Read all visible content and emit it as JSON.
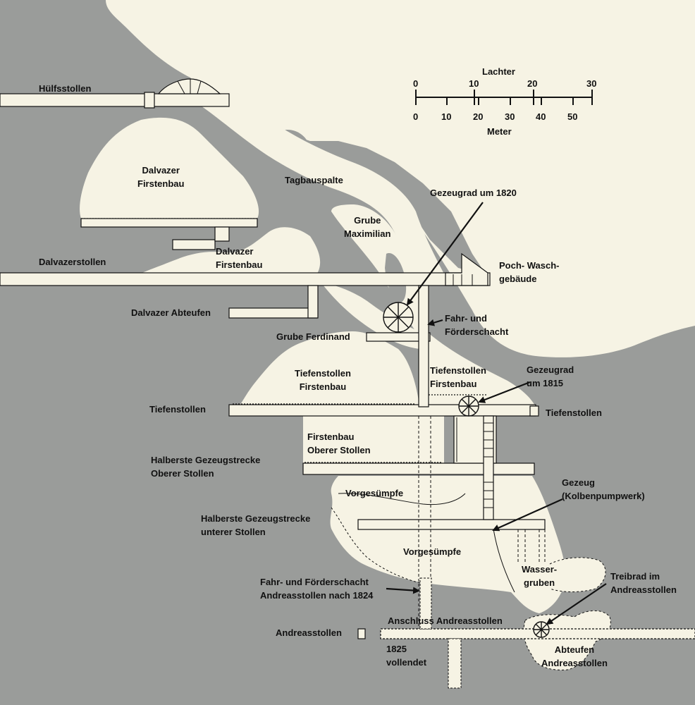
{
  "colors": {
    "rock": "#9a9c9a",
    "cavity": "#f6f3e4",
    "ink": "#111111"
  },
  "scale": {
    "top_unit": "Lachter",
    "top_ticks": [
      "0",
      "10",
      "20",
      "30"
    ],
    "bottom_unit": "Meter",
    "bottom_ticks": [
      "0",
      "10",
      "20",
      "30",
      "40",
      "50"
    ]
  },
  "labels": {
    "huelfsstollen": "Hülfsstollen",
    "dalvazer_firstenbau_1": "Dalvazer\nFirstenbau",
    "tagbauspalte": "Tagbauspalte",
    "grube_maximilian": "Grube\nMaximilian",
    "dalvazer_firstenbau_2": "Dalvazer\nFirstenbau",
    "dalvazerstollen": "Dalvazerstollen",
    "poch_waschgebaeude": "Poch- Wasch-\ngebäude",
    "dalvazer_abteufen": "Dalvazer Abteufen",
    "fahr_foerderschacht": "Fahr- und\nFörderschacht",
    "grube_ferdinand": "Grube Ferdinand",
    "gezeugrad_1820": "Gezeugrad um 1820",
    "tiefenstollen_firstenbau_1": "Tiefenstollen\nFirstenbau",
    "tiefenstollen_firstenbau_2": "Tiefenstollen\nFirstenbau",
    "gezeugrad_1815": "Gezeugrad\num 1815",
    "tiefenstollen_left": "Tiefenstollen",
    "tiefenstollen_right": "Tiefenstollen",
    "firstenbau_oberer": "Firstenbau\nOberer Stollen",
    "halberste_oberer": "Halberste Gezeugstrecke\nOberer Stollen",
    "vorgesuempfe_1": "Vorgesümpfe",
    "gezeug": "Gezeug\n(Kolbenpumpwerk)",
    "halberste_unterer": "Halberste Gezeugstrecke\nunterer Stollen",
    "vorgesuempfe_2": "Vorgesümpfe",
    "wassergruben": "Wasser-\ngruben",
    "fahr_andreas": "Fahr- und Förderschacht\nAndreasstollen nach 1824",
    "treibrad": "Treibrad im\nAndreasstollen",
    "anschluss": "Anschluss Andreasstollen",
    "andreasstollen": "Andreasstollen",
    "vollendet": "1825\nvollendet",
    "abteufen_andreas": "Abteufen\nAndreasstollen"
  }
}
